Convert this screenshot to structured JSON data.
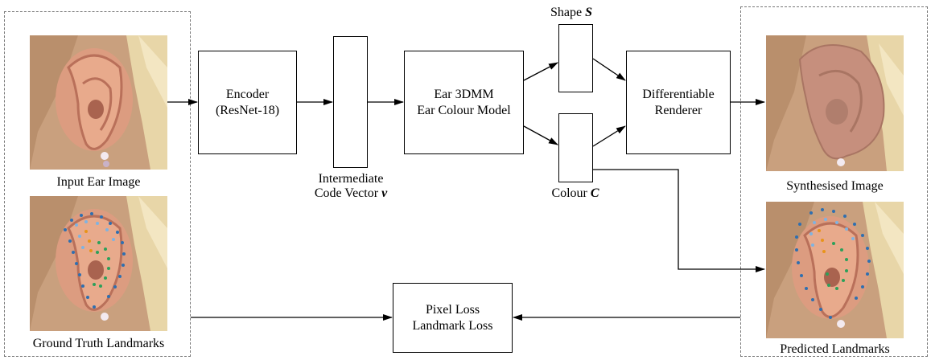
{
  "panels": {
    "input_image_caption": "Input Ear Image",
    "ground_truth_caption": "Ground Truth Landmarks",
    "synthesised_caption": "Synthesised Image",
    "predicted_caption": "Predicted Landmarks"
  },
  "nodes": {
    "encoder": {
      "line1": "Encoder",
      "line2": "(ResNet-18)"
    },
    "code_vector": {
      "label_line1": "Intermediate",
      "label_line2": "Code Vector",
      "symbol": "v"
    },
    "ear_3dmm": {
      "line1": "Ear 3DMM",
      "line2": "Ear Colour Model"
    },
    "shape": {
      "label": "Shape",
      "symbol": "S"
    },
    "colour": {
      "label": "Colour",
      "symbol": "C"
    },
    "renderer": {
      "line1": "Differentiable",
      "line2": "Renderer"
    },
    "loss": {
      "line1": "Pixel Loss",
      "line2": "Landmark Loss"
    }
  },
  "colors": {
    "skin": "#d89a7a",
    "hair": "#e6d3a4",
    "rendered_ear": "#c68f7d",
    "landmark_outer": "#2f6fb0",
    "landmark_inner_light": "#7fb3e0",
    "landmark_green": "#2ca05a",
    "landmark_orange": "#e8941a"
  }
}
